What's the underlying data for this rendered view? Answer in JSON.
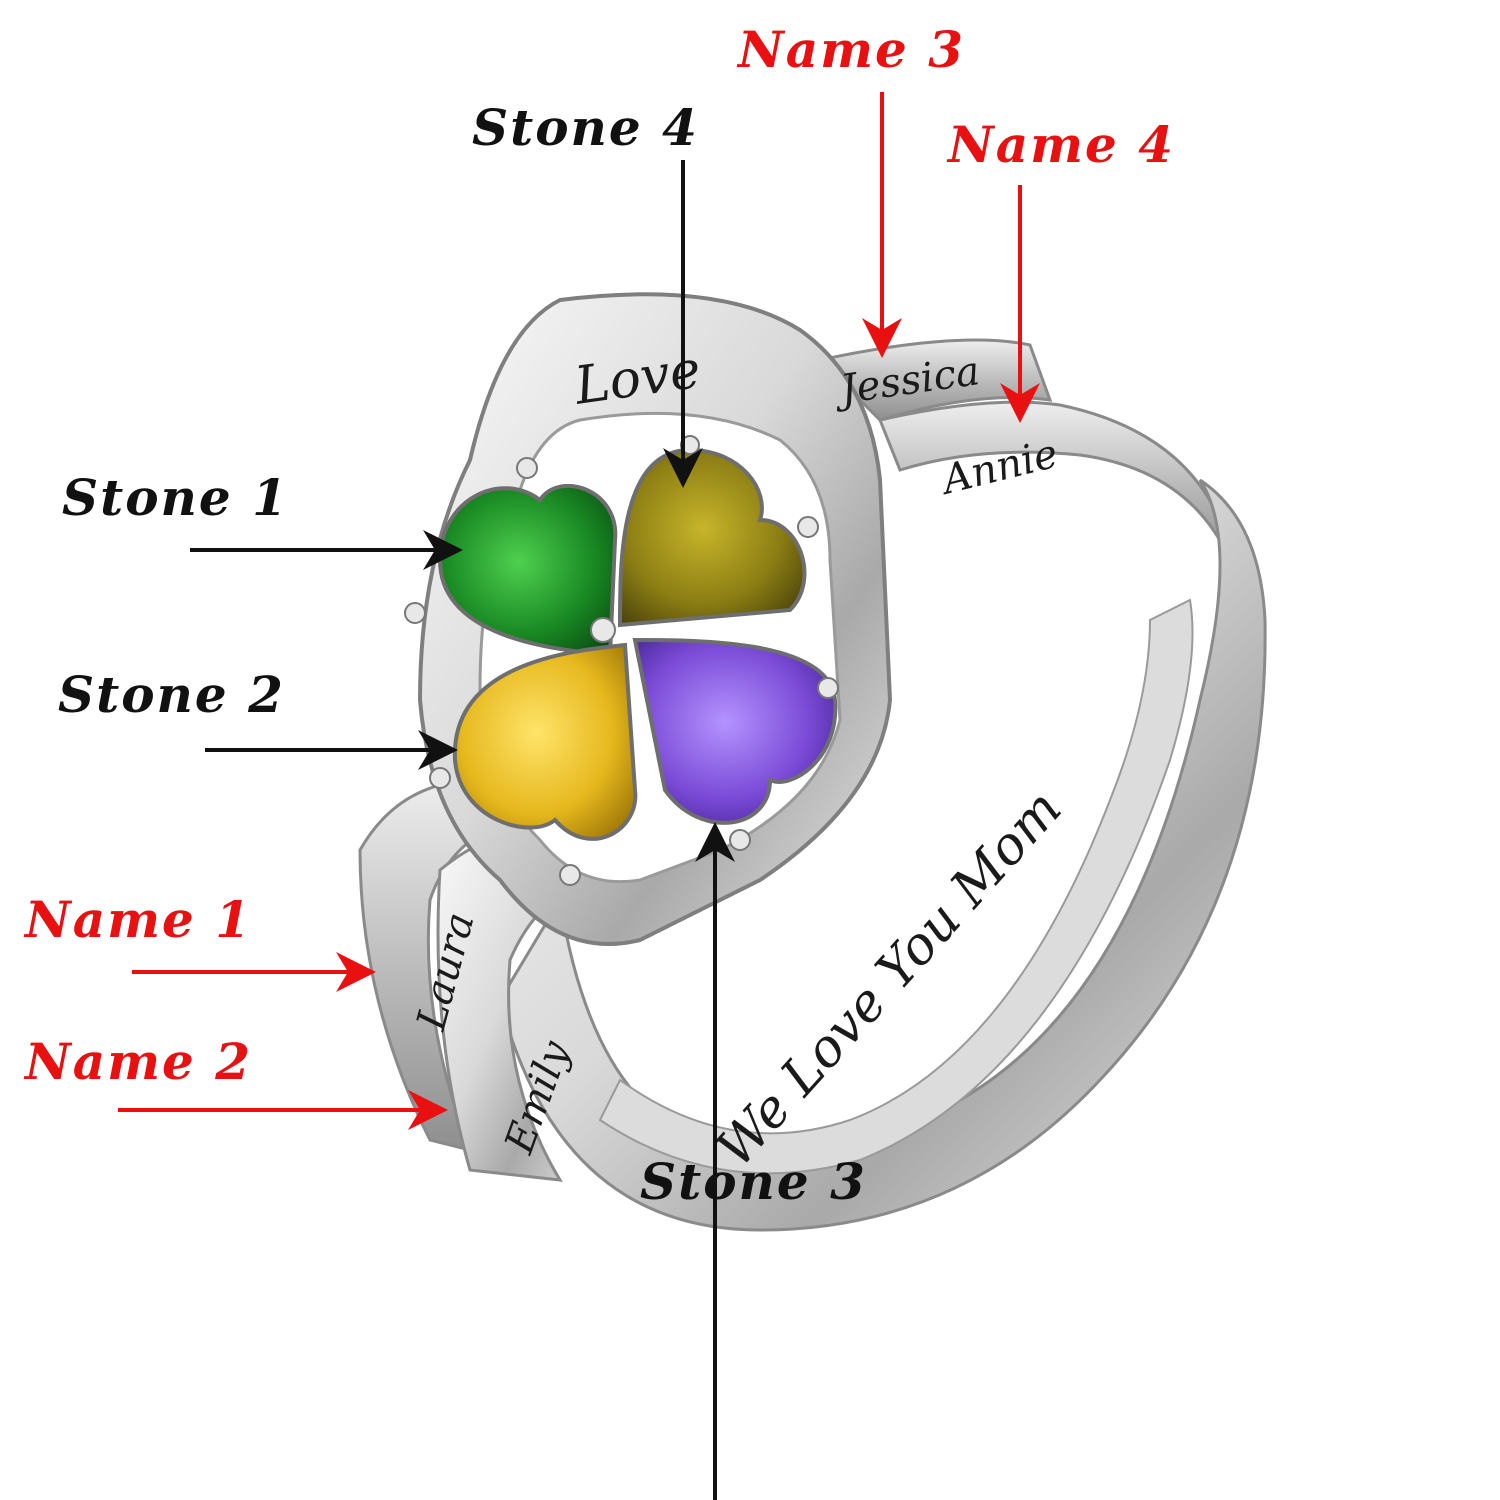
{
  "product": "Personalized heart birthstone ring with four engraved names",
  "colors": {
    "background": "#ffffff",
    "metal_light": "#f2f2f2",
    "metal_mid": "#c8c8c8",
    "metal_dark": "#8a8a8a",
    "annotation_black": "#111111",
    "annotation_red": "#e81010",
    "stone_green": "#1a8a24",
    "stone_olive": "#8c7e14",
    "stone_yellow": "#e6b81e",
    "stone_purple": "#7a4ad6"
  },
  "stone_labels": [
    {
      "id": "stone-1",
      "text": "Stone 1",
      "color": "#1a8a24"
    },
    {
      "id": "stone-2",
      "text": "Stone 2",
      "color": "#e6b81e"
    },
    {
      "id": "stone-3",
      "text": "Stone 3",
      "color": "#7a4ad6"
    },
    {
      "id": "stone-4",
      "text": "Stone 4",
      "color": "#8c7e14"
    }
  ],
  "name_labels": [
    {
      "id": "name-1",
      "text": "Name 1",
      "engraving": "Laura"
    },
    {
      "id": "name-2",
      "text": "Name 2",
      "engraving": "Emily"
    },
    {
      "id": "name-3",
      "text": "Name 3",
      "engraving": "Jessica"
    },
    {
      "id": "name-4",
      "text": "Name 4",
      "engraving": "Annie"
    }
  ],
  "engravings": {
    "heart_top": "Love",
    "inner_band": "We Love You Mom",
    "name1": "Laura",
    "name2": "Emily",
    "name3": "Jessica",
    "name4": "Annie"
  }
}
